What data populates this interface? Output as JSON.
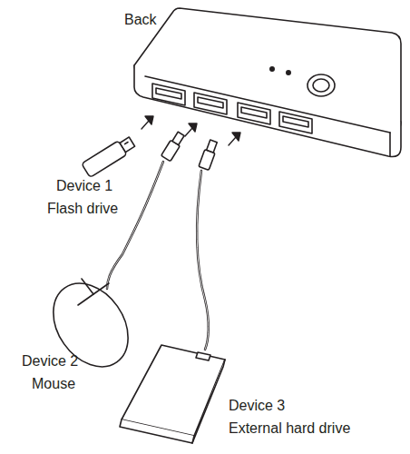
{
  "diagram": {
    "labels": [
      "Back",
      "Device 1",
      "Flash drive",
      "Device 2",
      "Mouse",
      "Device 3",
      "External hard drive"
    ]
  }
}
